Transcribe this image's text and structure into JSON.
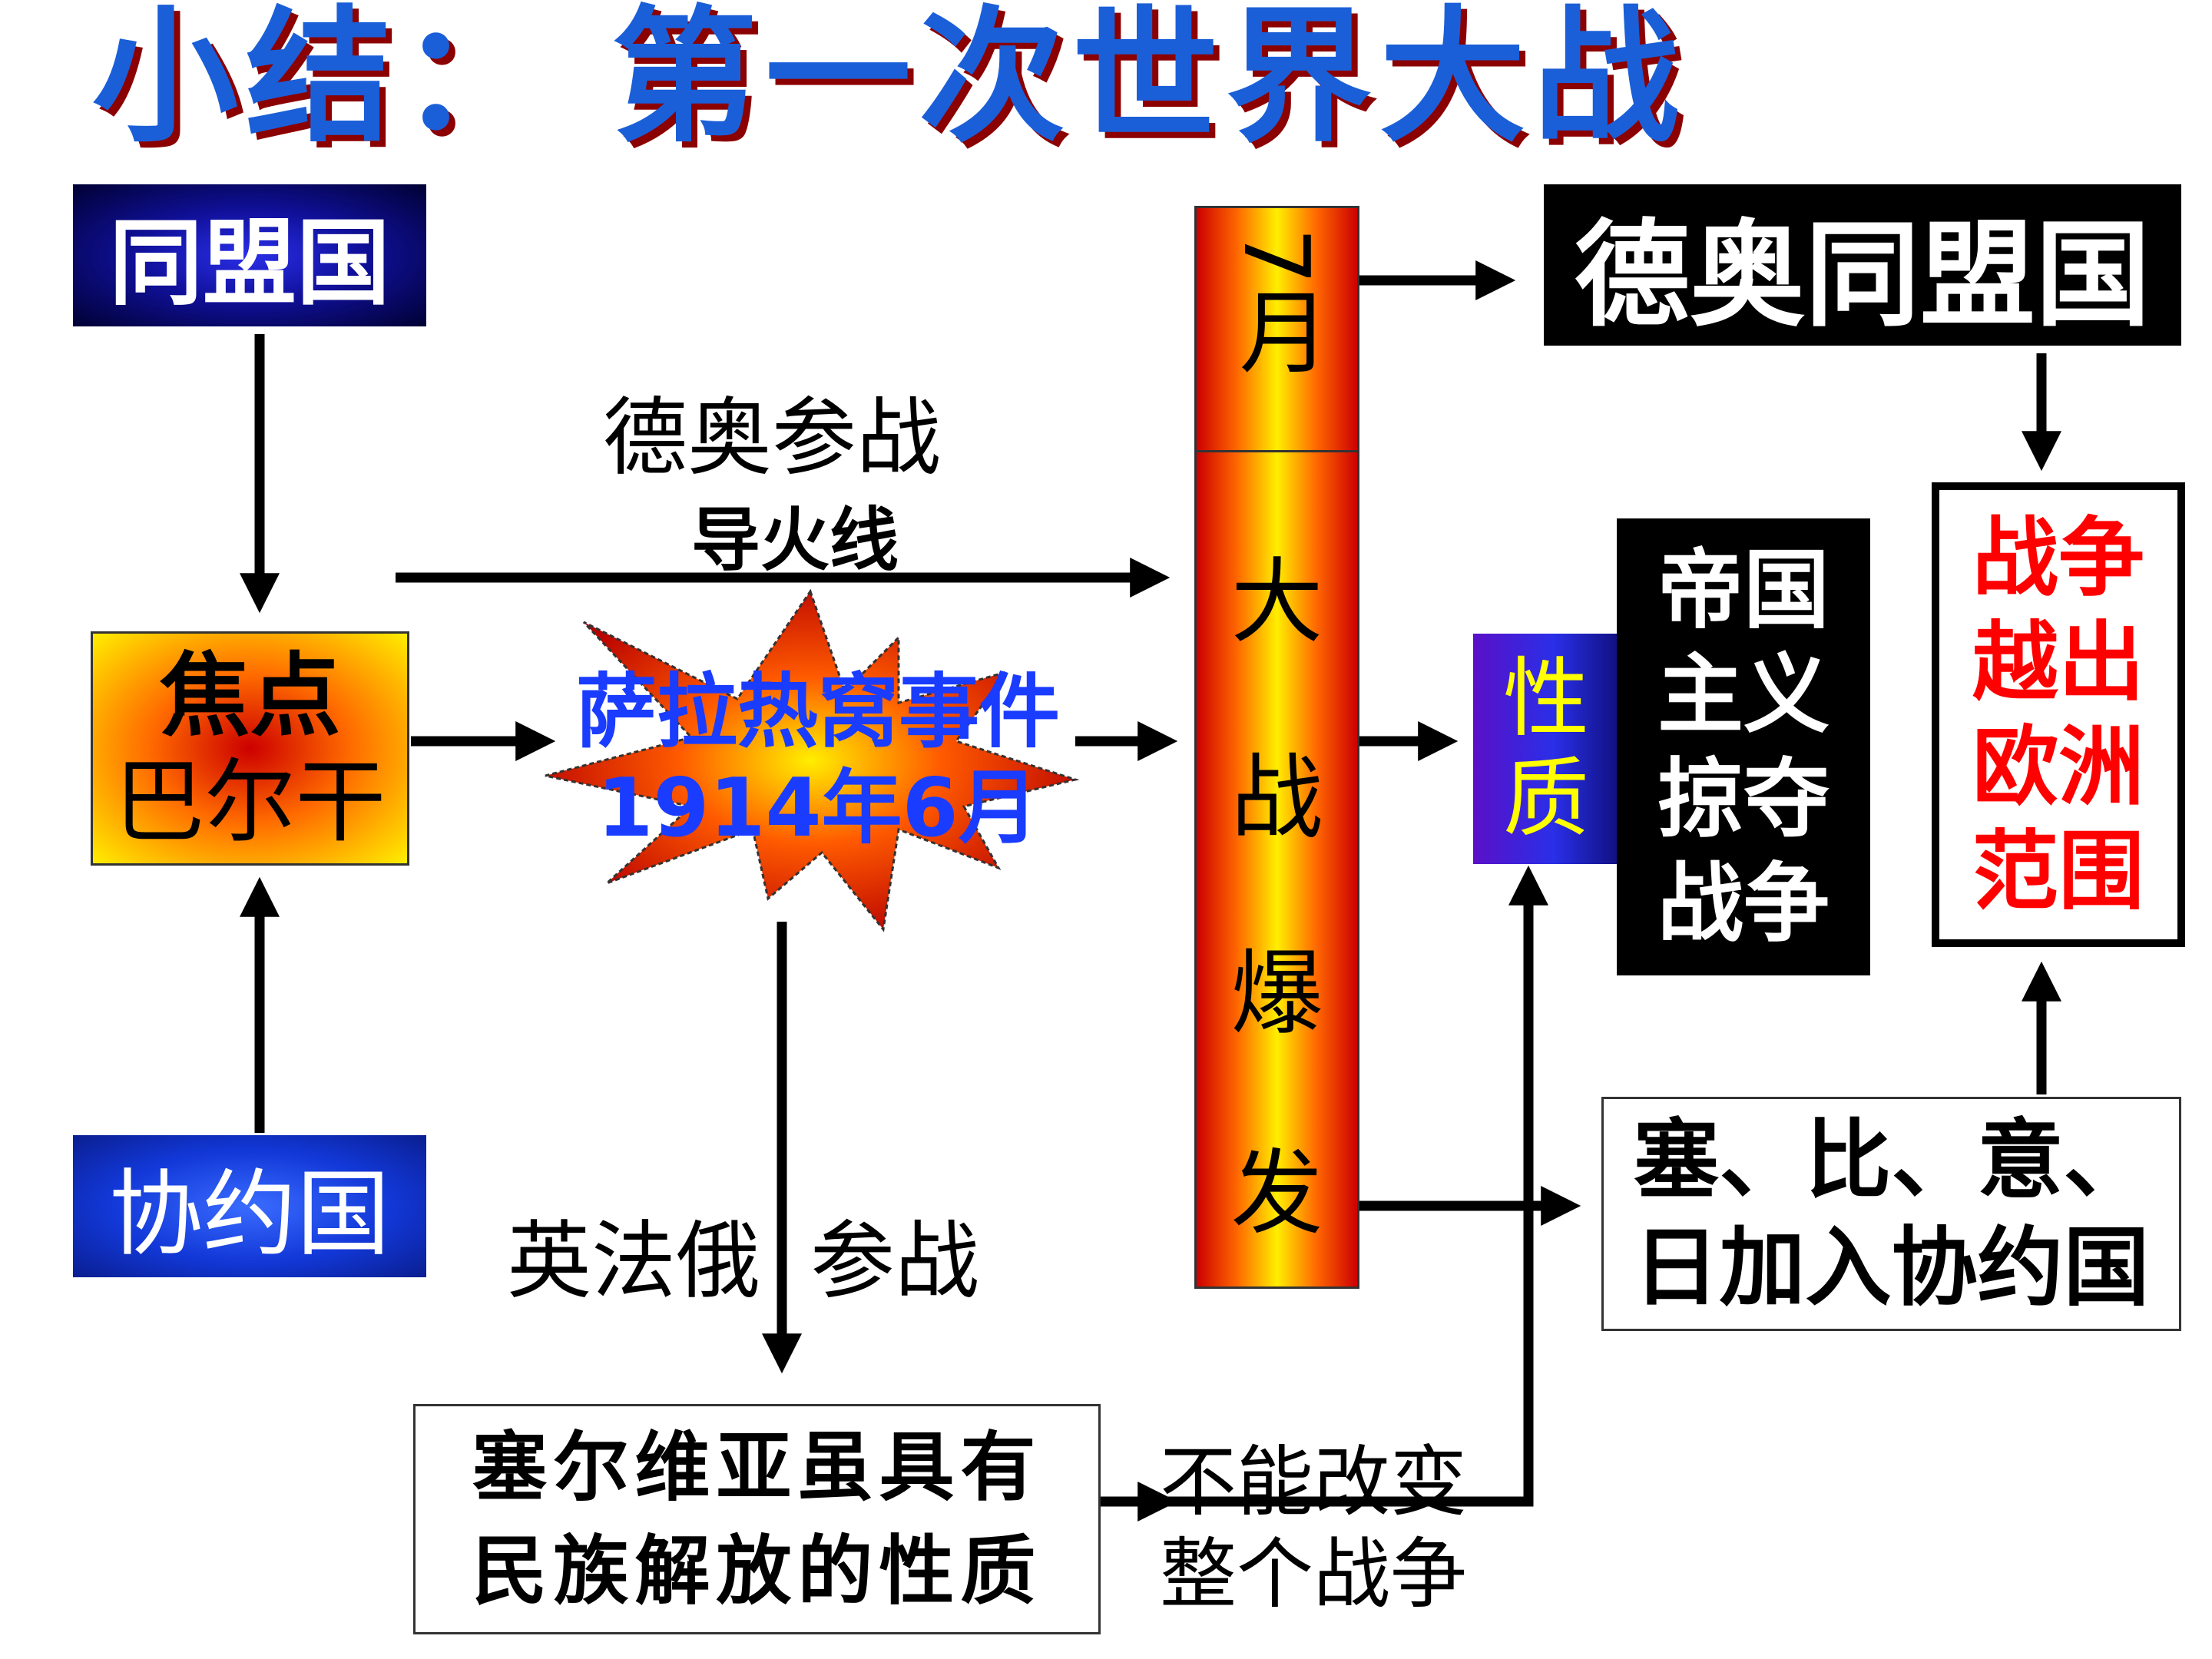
{
  "title": "小结：  第一次世界大战",
  "nodes": {
    "alliance": "同盟国",
    "focus_line1": "焦点",
    "focus_line2": "巴尔干",
    "entente": "协约国",
    "sarajevo_line1": "萨拉热窝事件",
    "sarajevo_line2": "1914年6月",
    "month": "7月",
    "outbreak_chars": [
      "大",
      "战",
      "爆",
      "发"
    ],
    "german_alliance": "德奥同盟国",
    "nature_line1": "性",
    "nature_line2": "质",
    "imperialist_lines": [
      "帝国",
      "主义",
      "掠夺",
      "战争"
    ],
    "beyond_europe_lines": [
      "战争",
      "越出",
      "欧洲",
      "范围"
    ],
    "joined_line1": "塞、比、意、",
    "joined_line2": "日加入协约国",
    "serbia_line1": "塞尔维亚虽具有",
    "serbia_line2": "民族解放的性质"
  },
  "labels": {
    "de_au_join": "德奥参战",
    "fuse": "导火线",
    "entente_join_a": "英法俄",
    "entente_join_b": "参战",
    "cannot_change_1": "不能改变",
    "cannot_change_2": "整个战争"
  },
  "colors": {
    "title": "#1a5fd8",
    "title_shadow": "#8b0000",
    "red_text": "#ff0000",
    "yellow_text": "#ffff00",
    "blue_text": "#1a3cff"
  }
}
